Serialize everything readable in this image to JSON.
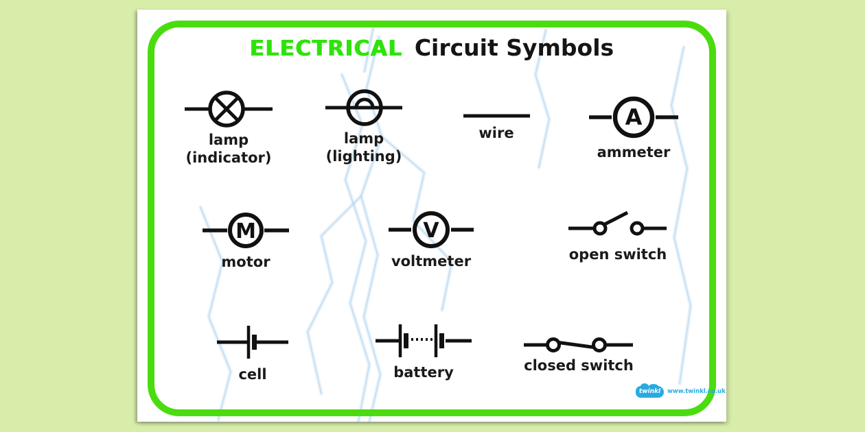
{
  "title": {
    "green_word": "ELECTRICAL",
    "black_words": "Circuit Symbols"
  },
  "symbols": [
    {
      "label": "lamp",
      "sublabel": "(indicator)"
    },
    {
      "label": "lamp",
      "sublabel": "(lighting)"
    },
    {
      "label": "wire"
    },
    {
      "label": "ammeter",
      "letter": "A"
    },
    {
      "label": "motor",
      "letter": "M"
    },
    {
      "label": "voltmeter",
      "letter": "V"
    },
    {
      "label": "open switch"
    },
    {
      "label": "cell"
    },
    {
      "label": "battery"
    },
    {
      "label": "closed switch"
    }
  ],
  "footer": {
    "brand": "twinkl",
    "website": "www.twinkl.co.uk"
  },
  "colors": {
    "background": "#d7eda9",
    "page": "#ffffff",
    "border_green": "#4bdc0f",
    "title_green": "#2fe30a",
    "ink": "#111111",
    "watermark_blue": "#aed2ef",
    "twinkl_blue": "#29abe2"
  }
}
